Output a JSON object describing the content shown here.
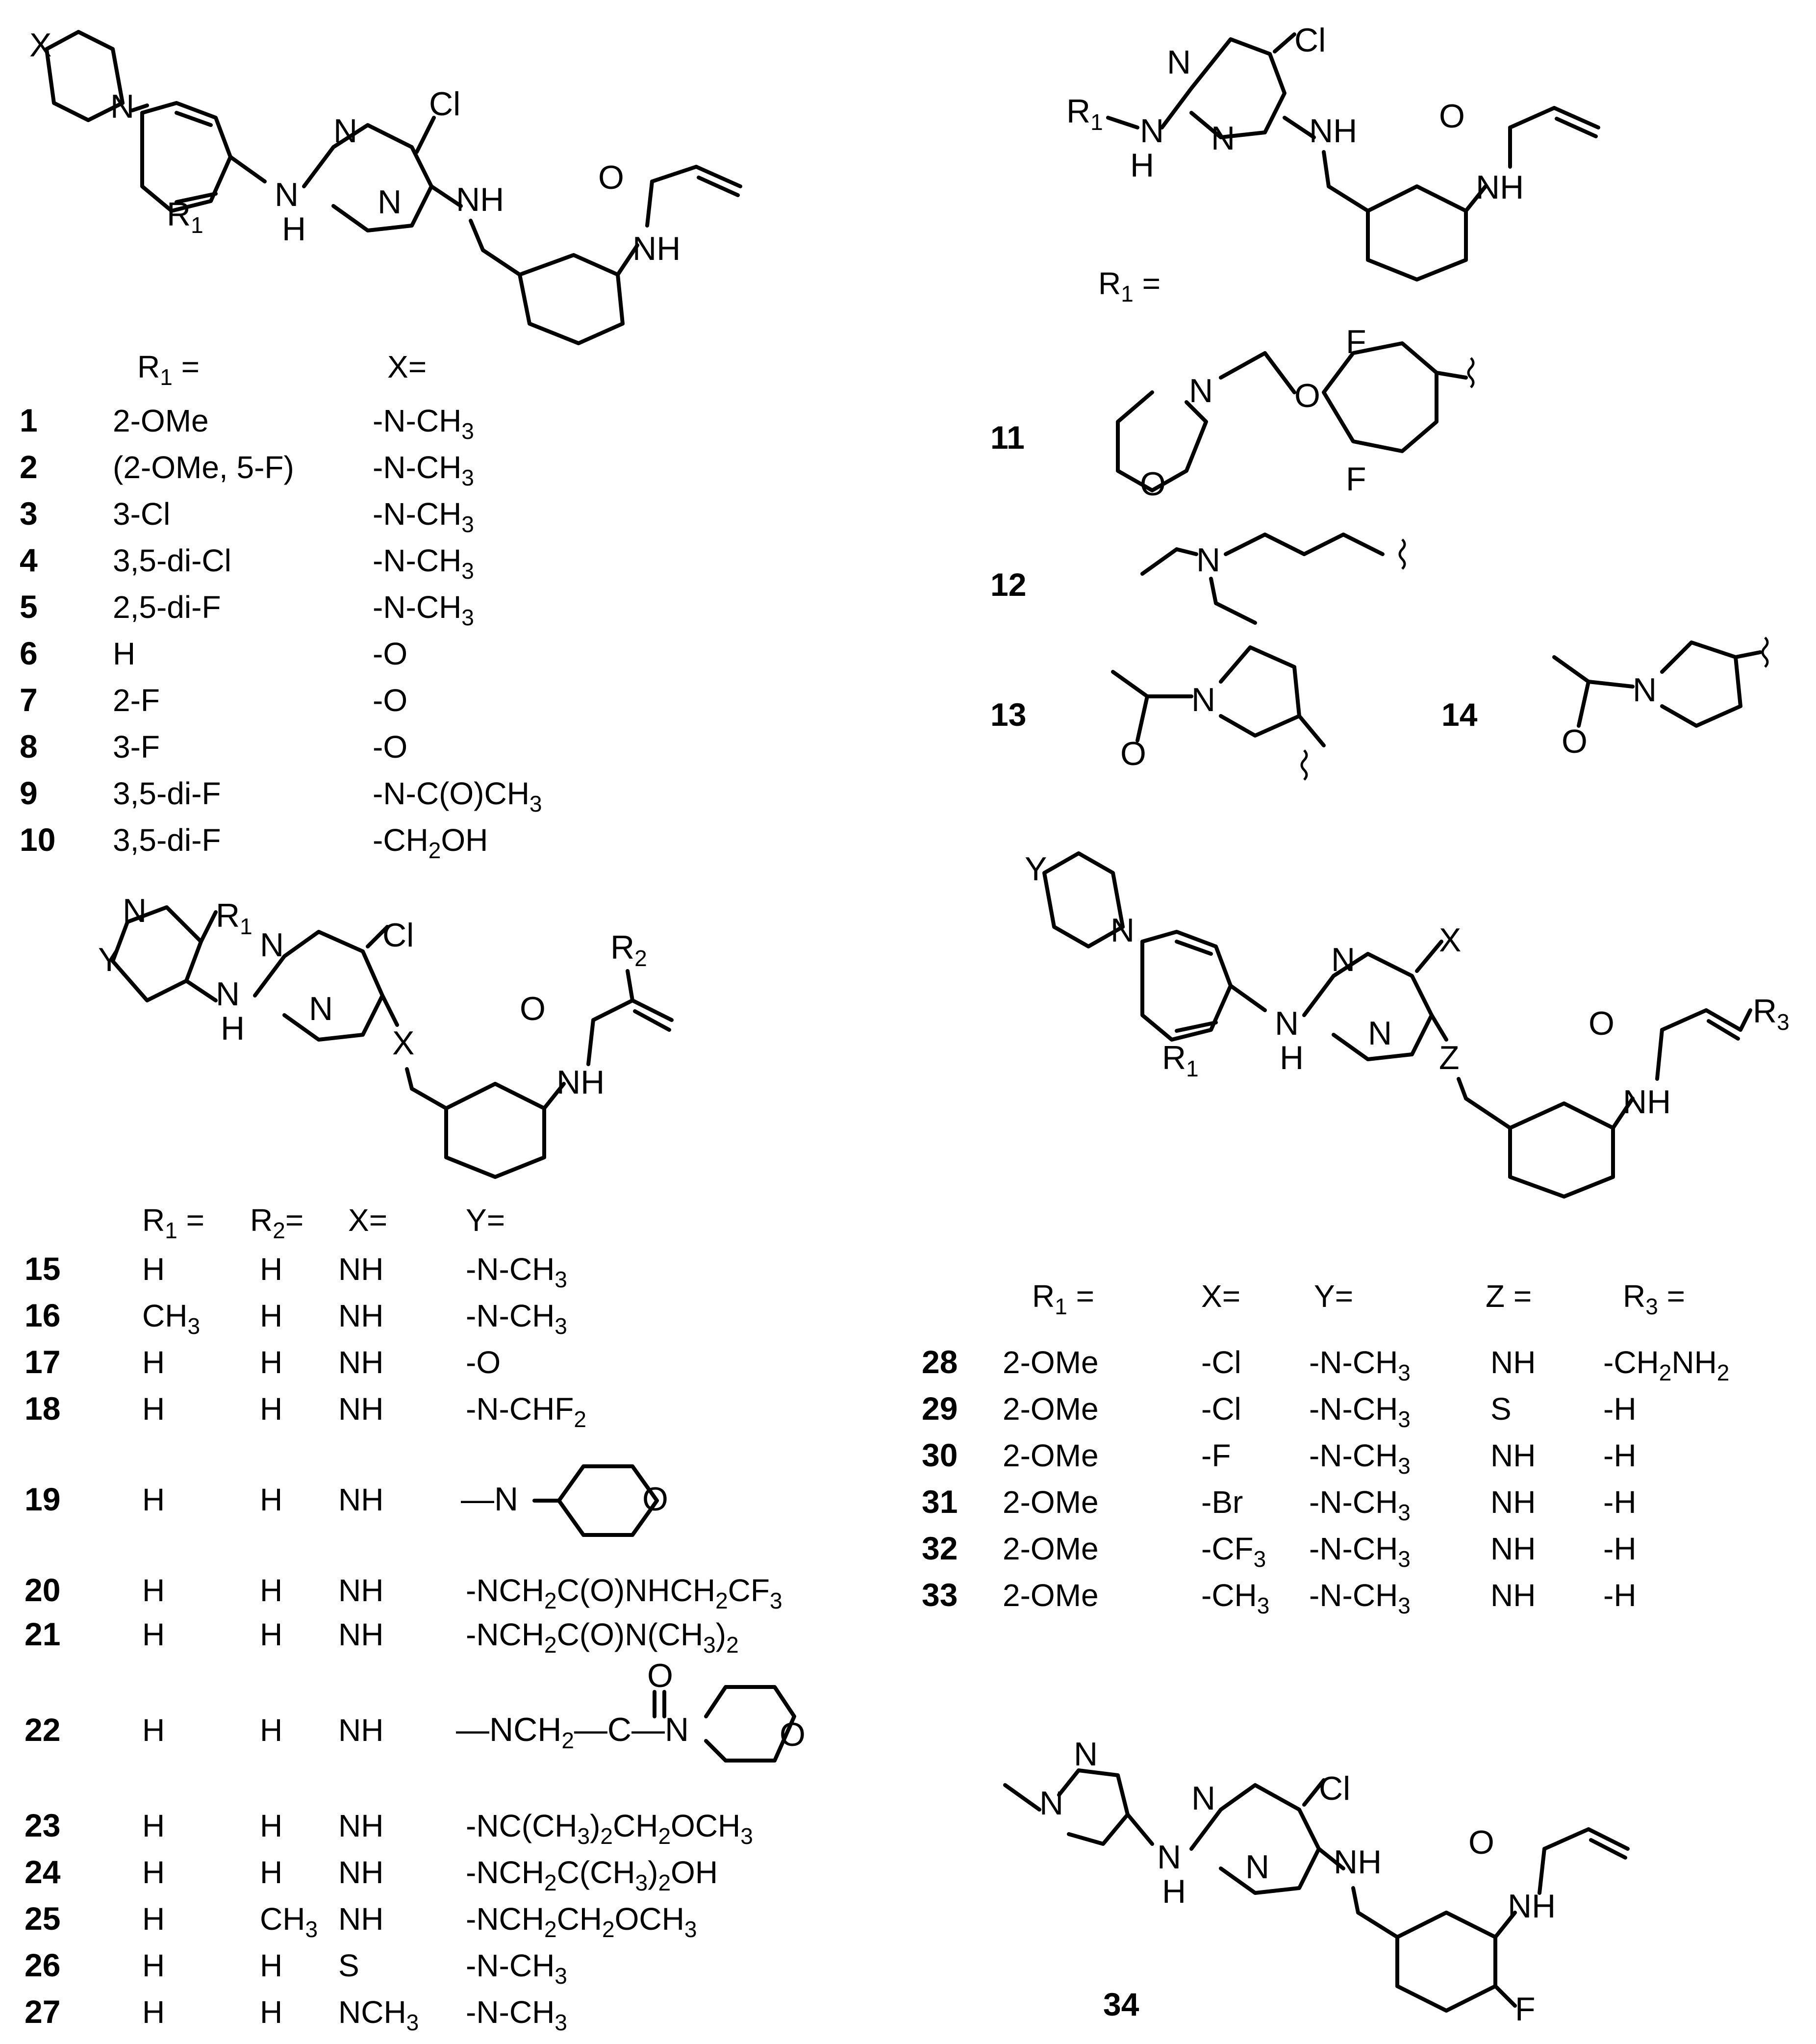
{
  "tables": [
    {
      "id": "t1",
      "headers": [
        "R1 =",
        "X="
      ],
      "rows": [
        {
          "num": "1",
          "cells": [
            "2-OMe",
            "-N-CH3"
          ]
        },
        {
          "num": "2",
          "cells": [
            "(2-OMe, 5-F)",
            "-N-CH3"
          ]
        },
        {
          "num": "3",
          "cells": [
            "3-Cl",
            "-N-CH3"
          ]
        },
        {
          "num": "4",
          "cells": [
            "3,5-di-Cl",
            "-N-CH3"
          ]
        },
        {
          "num": "5",
          "cells": [
            "2,5-di-F",
            "-N-CH3"
          ]
        },
        {
          "num": "6",
          "cells": [
            "H",
            "-O"
          ]
        },
        {
          "num": "7",
          "cells": [
            "2-F",
            "-O"
          ]
        },
        {
          "num": "8",
          "cells": [
            "3-F",
            "-O"
          ]
        },
        {
          "num": "9",
          "cells": [
            "3,5-di-F",
            "-N-C(O)CH3"
          ]
        },
        {
          "num": "10",
          "cells": [
            "3,5-di-F",
            "-CH2OH"
          ]
        }
      ]
    },
    {
      "id": "t2",
      "headers": [
        "R1 =",
        "R2=",
        "X=",
        "Y="
      ],
      "rows": [
        {
          "num": "15",
          "cells": [
            "H",
            "H",
            "NH",
            "-N-CH3"
          ]
        },
        {
          "num": "16",
          "cells": [
            "CH3",
            "H",
            "NH",
            "-N-CH3"
          ]
        },
        {
          "num": "17",
          "cells": [
            "H",
            "H",
            "NH",
            "-O"
          ]
        },
        {
          "num": "18",
          "cells": [
            "H",
            "H",
            "NH",
            "-N-CHF2"
          ]
        },
        {
          "num": "19",
          "cells": [
            "H",
            "H",
            "NH",
            ""
          ]
        },
        {
          "num": "20",
          "cells": [
            "H",
            "H",
            "NH",
            "-NCH2C(O)NHCH2CF3"
          ]
        },
        {
          "num": "21",
          "cells": [
            "H",
            "H",
            "NH",
            "-NCH2C(O)N(CH3)2"
          ]
        },
        {
          "num": "22",
          "cells": [
            "H",
            "H",
            "NH",
            ""
          ]
        },
        {
          "num": "23",
          "cells": [
            "H",
            "H",
            "NH",
            "-NC(CH3)2CH2OCH3"
          ]
        },
        {
          "num": "24",
          "cells": [
            "H",
            "H",
            "NH",
            "-NCH2C(CH3)2OH"
          ]
        },
        {
          "num": "25",
          "cells": [
            "H",
            "CH3",
            "NH",
            "-NCH2CH2OCH3"
          ]
        },
        {
          "num": "26",
          "cells": [
            "H",
            "H",
            "S",
            "-N-CH3"
          ]
        },
        {
          "num": "27",
          "cells": [
            "H",
            "H",
            "NCH3",
            "-N-CH3"
          ]
        }
      ]
    },
    {
      "id": "t3",
      "headers": [
        "R1 =",
        "X=",
        "Y=",
        "Z =",
        "R3 ="
      ],
      "rows": [
        {
          "num": "28",
          "cells": [
            "2-OMe",
            "-Cl",
            "-N-CH3",
            "NH",
            "-CH2NH2"
          ]
        },
        {
          "num": "29",
          "cells": [
            "2-OMe",
            "-Cl",
            "-N-CH3",
            "S",
            "-H"
          ]
        },
        {
          "num": "30",
          "cells": [
            "2-OMe",
            "-F",
            "-N-CH3",
            "NH",
            "-H"
          ]
        },
        {
          "num": "31",
          "cells": [
            "2-OMe",
            "-Br",
            "-N-CH3",
            "NH",
            "-H"
          ]
        },
        {
          "num": "32",
          "cells": [
            "2-OMe",
            "-CF3",
            "-N-CH3",
            "NH",
            "-H"
          ]
        },
        {
          "num": "33",
          "cells": [
            "2-OMe",
            "-CH3",
            "-N-CH3",
            "NH",
            "-H"
          ]
        }
      ]
    }
  ],
  "atoms": {
    "cl": "Cl",
    "n": "N",
    "nh": "NH",
    "h": "H",
    "o": "O",
    "f": "F",
    "x": "X",
    "y": "Y",
    "z": "Z",
    "r": "R",
    "hn": "H"
  },
  "labels": {
    "r1_eq": "R1 =",
    "compound_11": "11",
    "compound_12": "12",
    "compound_13": "13",
    "compound_14": "14",
    "compound_34": "34",
    "y19_prefix": "—N",
    "y22_prefix": "—NCH2—C—N",
    "y22_o": "O"
  }
}
